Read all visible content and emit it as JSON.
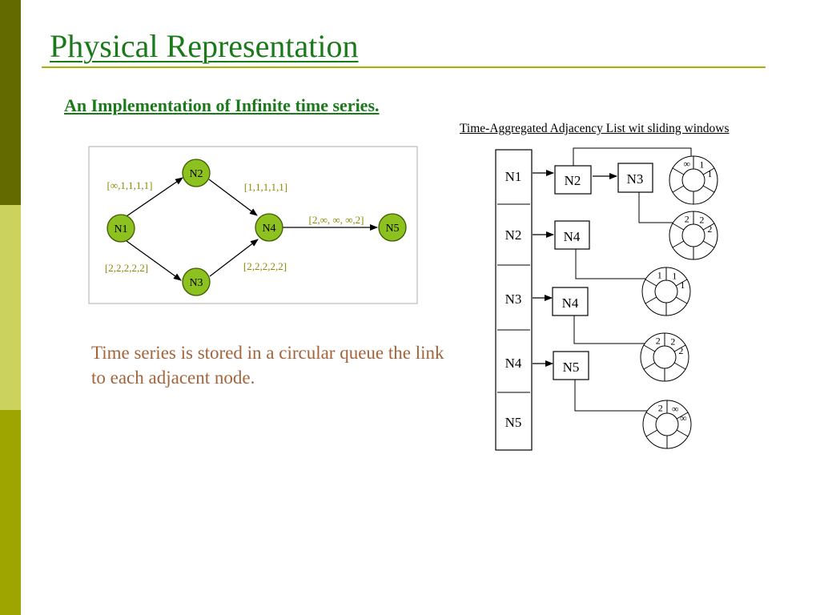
{
  "slide": {
    "title": "Physical Representation",
    "subtitle": "An Implementation of Infinite time series.",
    "right_caption": "Time-Aggregated Adjacency List wit sliding windows",
    "note": "Time series is stored in a circular queue the link to each adjacent node."
  },
  "colors": {
    "sidebar_dark": "#636b00",
    "sidebar_light": "#cbd25e",
    "sidebar_mid": "#9ea500",
    "title": "#1a7a1a",
    "rule": "#a9b000",
    "node_fill": "#8cc11f",
    "edge_label": "#8a8a00",
    "note_text": "#a3643c"
  },
  "graph": {
    "nodes": [
      "N2",
      "N1",
      "N4",
      "N5",
      "N3"
    ],
    "edge_labels": {
      "n1_n2": "[∞,1,1,1,1]",
      "n2_n4": "[1,1,1,1,1]",
      "n4_n5": "[2,∞, ∞, ∞,2]",
      "n1_n3": "[2,2,2,2,2]",
      "n3_n4": "[2,2,2,2,2]"
    }
  },
  "adjacency": {
    "list": [
      "N1",
      "N2",
      "N3",
      "N4",
      "N5"
    ],
    "entries": {
      "n1_first": "N2",
      "n1_second": "N3",
      "n2_first": "N4",
      "n3_first": "N4",
      "n4_first": "N5"
    },
    "queues": [
      [
        "∞",
        "1",
        "1"
      ],
      [
        "2",
        "2",
        "2"
      ],
      [
        "1",
        "1",
        "1"
      ],
      [
        "2",
        "2",
        "2"
      ],
      [
        "2",
        "∞",
        "∞"
      ]
    ]
  }
}
